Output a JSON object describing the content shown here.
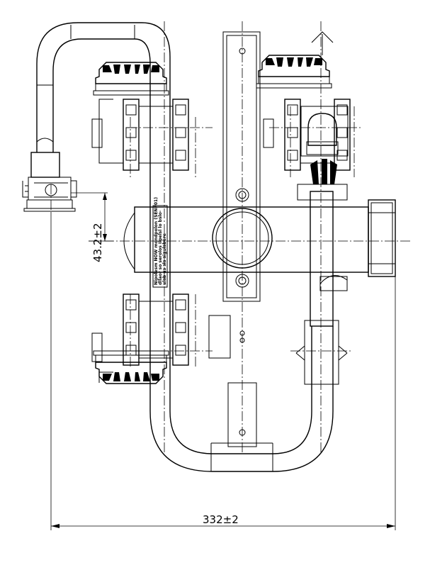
{
  "drawing": {
    "dimension_width": "332±2",
    "dimension_offset": "43.2±2",
    "pipe_label_lines": [
      "Nipolesm NOW mondpolon (SENP01)",
      "dllaor so serolos Iipelsl lo bslo-",
      "ulsb us sls sigulsbore"
    ]
  }
}
